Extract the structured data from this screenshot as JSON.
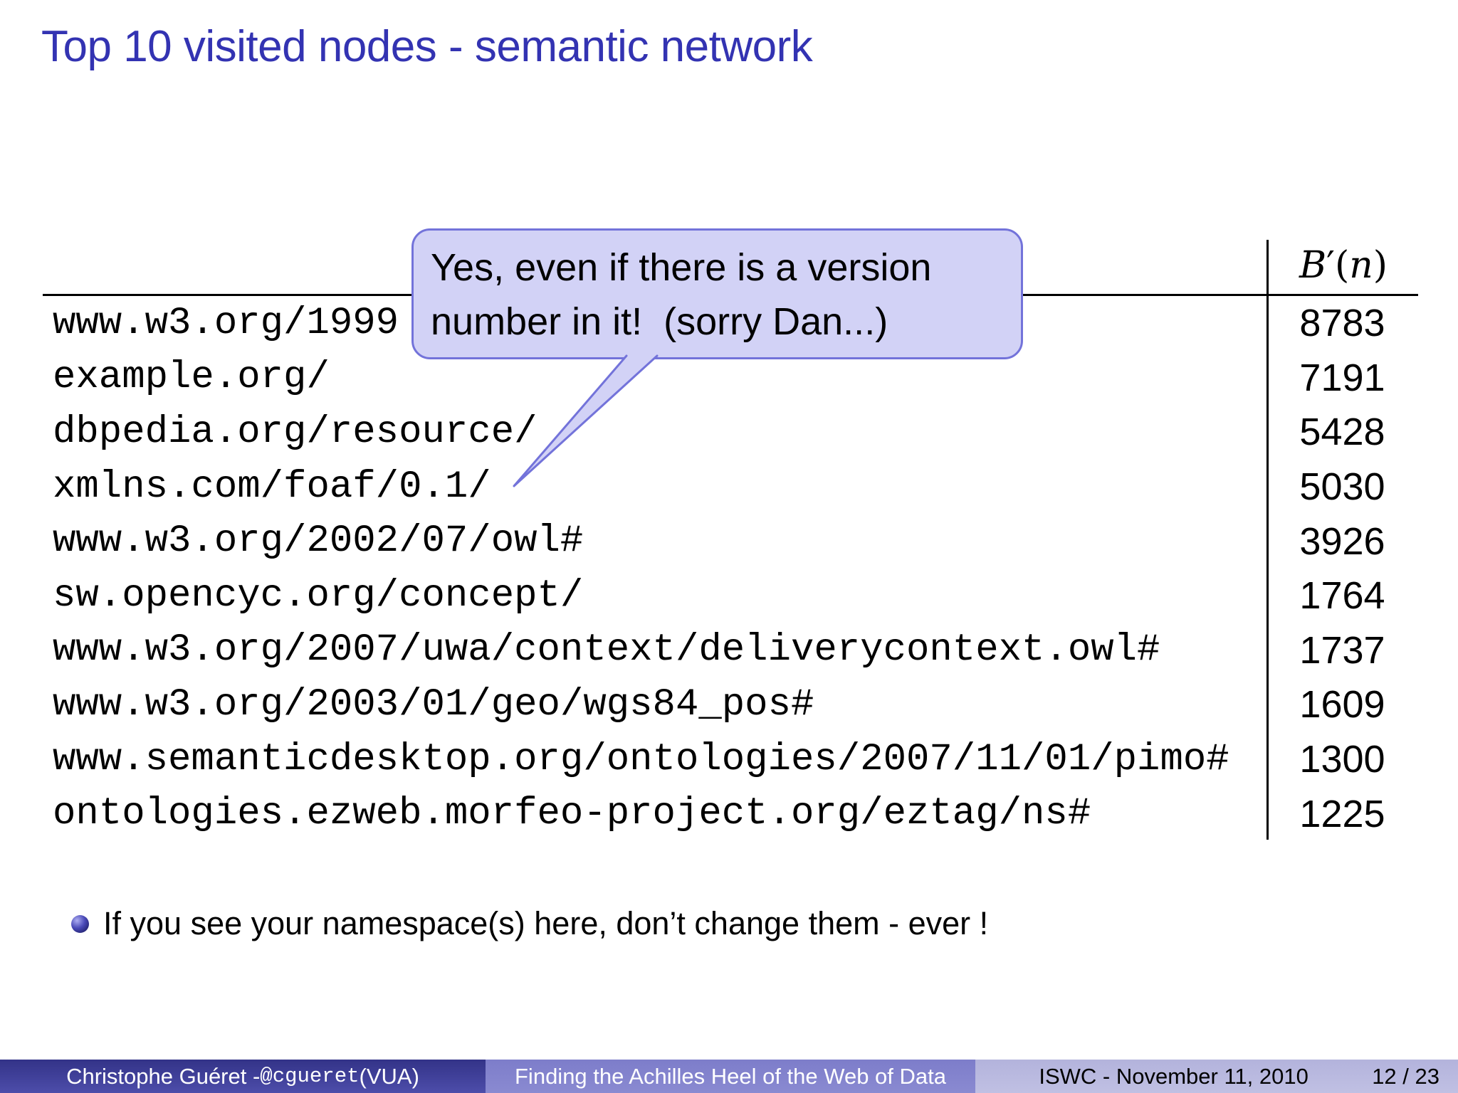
{
  "slide": {
    "title": "Top 10 visited nodes - semantic network",
    "callout": {
      "line1": "Yes, even if there is a version",
      "line2": "number in it!  (sorry Dan...)"
    },
    "table": {
      "value_header": {
        "b": "B",
        "prime_open": "′(",
        "n": "n",
        "close": ")"
      },
      "rows": [
        {
          "url": "www.w3.org/1999",
          "value": "8783"
        },
        {
          "url": "example.org/",
          "value": "7191"
        },
        {
          "url": "dbpedia.org/resource/",
          "value": "5428"
        },
        {
          "url": "xmlns.com/foaf/0.1/",
          "value": "5030"
        },
        {
          "url": "www.w3.org/2002/07/owl#",
          "value": "3926"
        },
        {
          "url": "sw.opencyc.org/concept/",
          "value": "1764"
        },
        {
          "url": "www.w3.org/2007/uwa/context/deliverycontext.owl#",
          "value": "1737"
        },
        {
          "url": "www.w3.org/2003/01/geo/wgs84_pos#",
          "value": "1609"
        },
        {
          "url": "www.semanticdesktop.org/ontologies/2007/11/01/pimo#",
          "value": "1300"
        },
        {
          "url": "ontologies.ezweb.morfeo-project.org/eztag/ns#",
          "value": "1225"
        }
      ]
    },
    "bullet_text": "If you see your namespace(s) here, don’t change them - ever !",
    "footer": {
      "author_pre": "Christophe Guéret - ",
      "author_handle": "@cgueret",
      "author_post": " (VUA)",
      "paper_title": "Finding the Achilles Heel of the Web of Data",
      "venue_date": "ISWC - November 11, 2010",
      "page": "12 / 23"
    }
  },
  "colors": {
    "structure_blue": "#3333B2",
    "callout_fill": "#D2D2F6",
    "callout_border": "#7373DA",
    "footer_author_bg": "#404099",
    "footer_title_bg": "#8484CE",
    "footer_date_bg": "#B9B9DF"
  }
}
